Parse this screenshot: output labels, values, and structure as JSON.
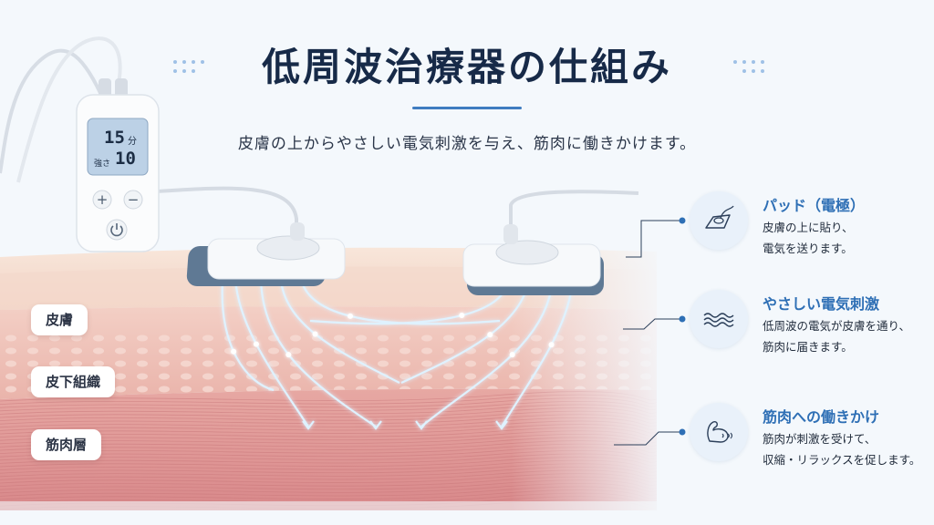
{
  "title": "低周波治療器の仕組み",
  "subtitle": "皮膚の上からやさしい電気刺激を与え、筋肉に働きかけます。",
  "device": {
    "display_time": "15",
    "display_time_unit": "分",
    "display_strength_label": "強さ",
    "display_strength": "10",
    "plus_label": "+",
    "minus_label": "−"
  },
  "layers": [
    "皮膚",
    "皮下組織",
    "筋肉層"
  ],
  "info": [
    {
      "title": "パッド（電極）",
      "lines": [
        "皮膚の上に貼り、",
        "電気を送ります。"
      ],
      "icon": "pad-icon"
    },
    {
      "title": "やさしい電気刺激",
      "lines": [
        "低周波の電気が皮膚を通り、",
        "筋肉に届きます。"
      ],
      "icon": "wave-icon"
    },
    {
      "title": "筋肉への働きかけ",
      "lines": [
        "筋肉が刺激を受けて、",
        "収縮・リラックスを促します。"
      ],
      "icon": "muscle-icon"
    }
  ],
  "colors": {
    "title": "#172a48",
    "accent": "#2e6fb5",
    "skin": "#f6ddd0",
    "subcutaneous": "#f0c7bd",
    "muscle": "#e29a98",
    "current": "#dff2ff"
  }
}
